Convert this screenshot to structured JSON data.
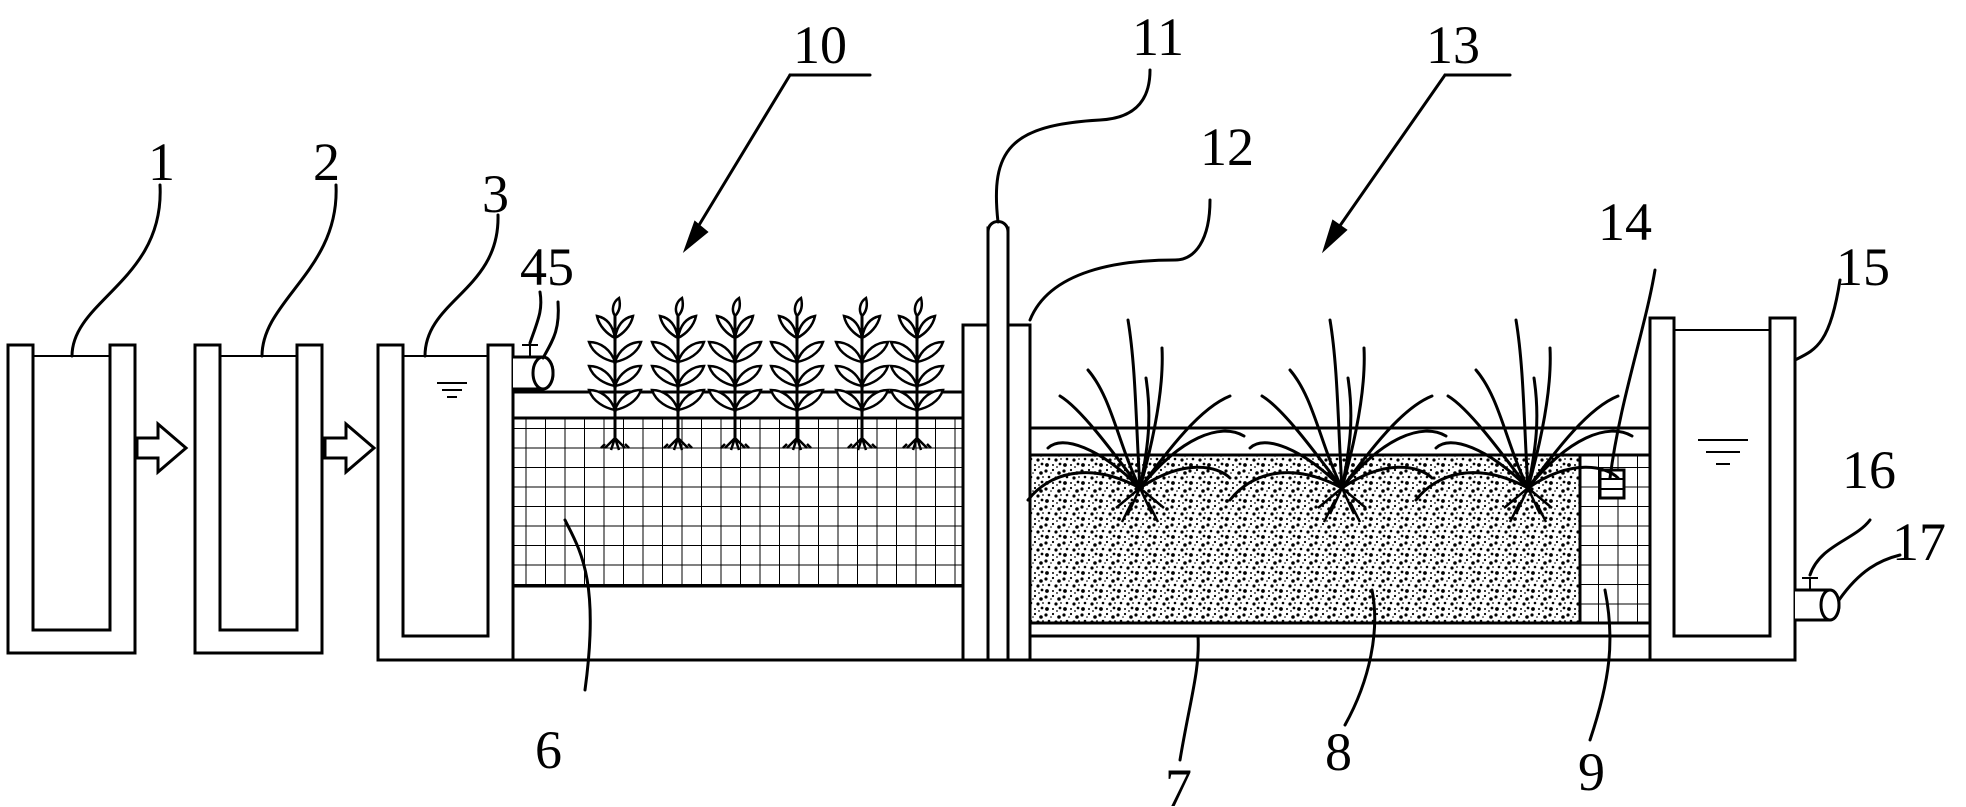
{
  "labels": {
    "l1": "1",
    "l2": "2",
    "l3": "3",
    "l45": "45",
    "l6": "6",
    "l7": "7",
    "l8": "8",
    "l9": "9",
    "l10": "10",
    "l11": "11",
    "l12": "12",
    "l13": "13",
    "l14": "14",
    "l15": "15",
    "l16": "16",
    "l17": "17"
  }
}
